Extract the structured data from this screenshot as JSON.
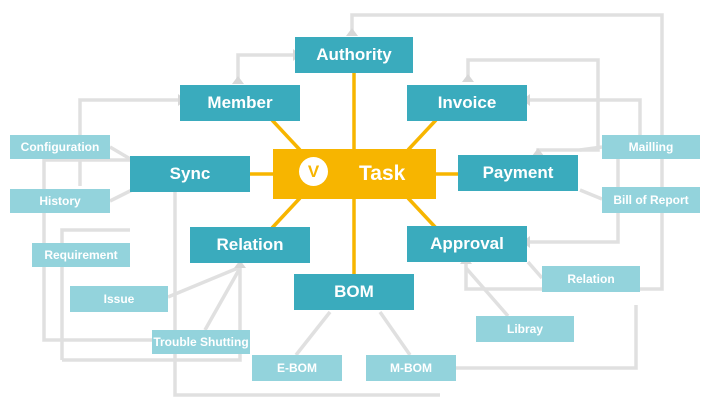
{
  "center": {
    "badge": "V",
    "label": "Task"
  },
  "nodes": {
    "authority": "Authority",
    "member": "Member",
    "invoice": "Invoice",
    "sync": "Sync",
    "payment": "Payment",
    "relation": "Relation",
    "approval": "Approval",
    "bom": "BOM",
    "configuration": "Configuration",
    "history": "History",
    "requirement": "Requirement",
    "issue": "Issue",
    "trouble_shutting": "Trouble Shutting",
    "e_bom": "E-BOM",
    "m_bom": "M-BOM",
    "mailling": "Mailling",
    "bill_of_report": "Bill of Report",
    "relation_sub": "Relation",
    "libray": "Libray"
  },
  "colors": {
    "main_node": "#3aabbd",
    "sub_node": "#93d3dc",
    "center": "#f7b500",
    "connector": "#f7b500",
    "link_line": "#dcdcdc"
  }
}
